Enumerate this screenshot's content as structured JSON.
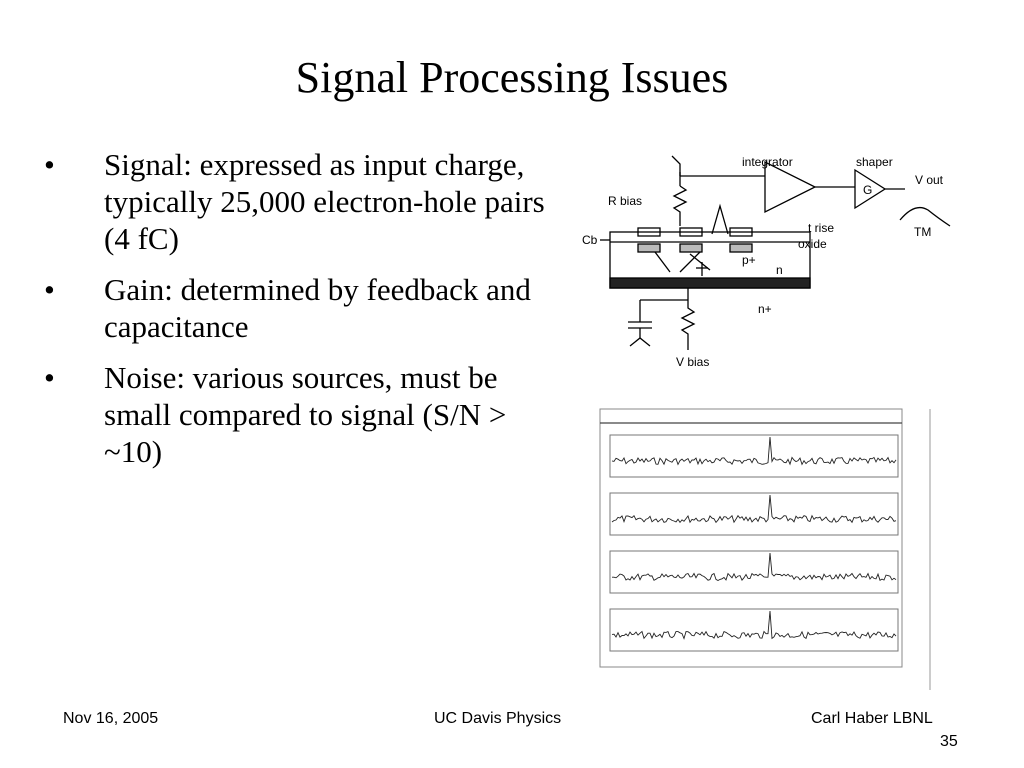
{
  "slide": {
    "title": "Signal Processing Issues",
    "bullets": [
      "Signal: expressed as input charge, typically 25,000 electron-hole pairs (4 fC)",
      "Gain: determined by feedback and capacitance",
      "Noise: various sources, must be small compared to signal (S/N > ~10)"
    ],
    "bullet_symbol": "•"
  },
  "schematic": {
    "labels": {
      "integrator": "integrator",
      "shaper": "shaper",
      "v_out": "V out",
      "gain": "G",
      "r_bias": "R bias",
      "cb": "Cb",
      "t_rise": "t rise",
      "oxide": "oxide",
      "p_plus": "p+",
      "n": "n",
      "n_plus": "n+",
      "tm": "TM",
      "v_bias": "V bias"
    }
  },
  "traces": {
    "count": 4
  },
  "footer": {
    "date": "Nov 16, 2005",
    "venue": "UC Davis Physics",
    "author": "Carl Haber LBNL",
    "page": "35"
  }
}
